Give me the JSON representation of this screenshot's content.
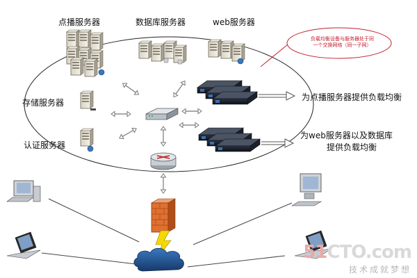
{
  "labels": {
    "vod_servers": "点播服务器",
    "db_servers": "数据库服务器",
    "web_servers": "web服务器",
    "storage_server": "存储服务器",
    "auth_server": "认证服务器",
    "lb_vod": "为点播服务器提供负载均衡",
    "lb_web_line1": "为web服务器以及数据库",
    "lb_web_line2": "提供负载均衡"
  },
  "note": {
    "line1": "负载均衡设备与服务器处于同",
    "line2": "一个交换网络（同一子网）"
  },
  "watermark": {
    "brand_a": "51",
    "brand_b": "CTO.com",
    "slogan": "技术成就梦想"
  },
  "colors": {
    "note_red": "#c02030",
    "firewall": "#e07030",
    "bolt": "#f5d800",
    "cloud": "#2a5c9a"
  }
}
